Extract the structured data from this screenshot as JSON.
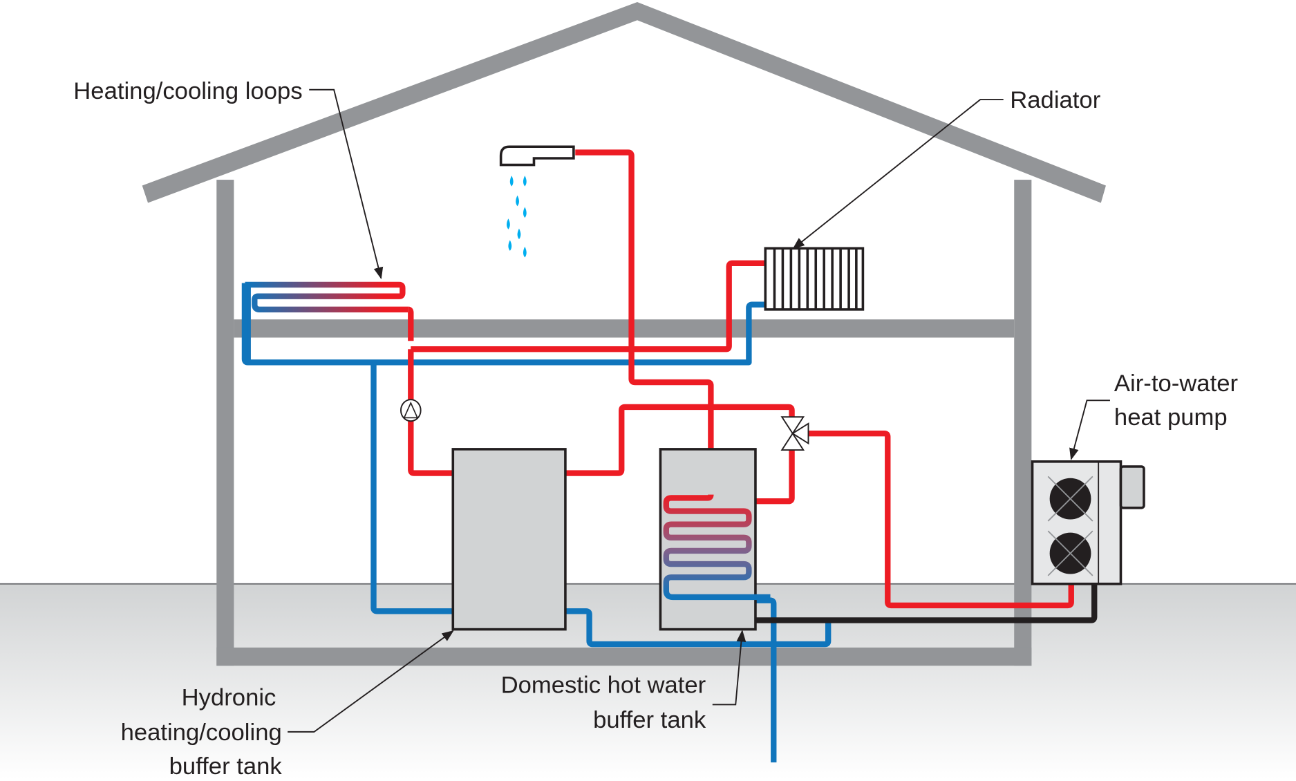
{
  "title": "Air-to-water heat pump system diagram",
  "labels": {
    "heating_cooling_loops": "Heating/cooling loops",
    "radiator": "Radiator",
    "heat_pump_line1": "Air-to-water",
    "heat_pump_line2": "heat pump",
    "hydronic_line1": "Hydronic",
    "hydronic_line2": "heating/cooling",
    "hydronic_line3": "buffer tank",
    "dhw_line1": "Domestic hot water",
    "dhw_line2": "buffer tank"
  },
  "colors": {
    "hot_pipe": "#ed1c24",
    "cold_pipe": "#1075bc",
    "wall": "#939598",
    "tank_fill": "#d1d3d4",
    "outline": "#231f20",
    "water_drop": "#00aeef"
  }
}
